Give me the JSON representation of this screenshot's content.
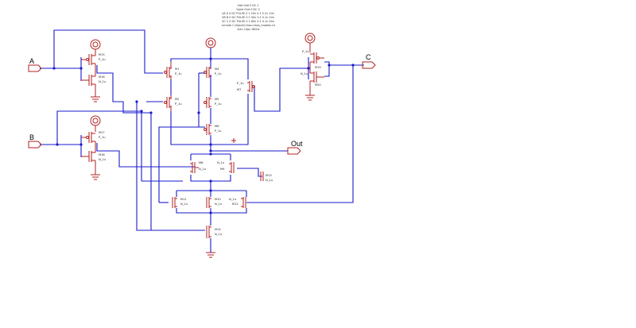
{
  "schematic": {
    "spice_notes": [
      "Vdd Vdd 0 DC 1",
      "Vgnd Gnd 0 DC 0",
      "VA A 0 DC PULSE 0 1 20n 0.1 0.1n 10n",
      "VB B 0 DC PULSE 0 1 40n 0.1 0.1n 20n",
      "VC C 0 DC PULSE 0 1 80n 0.1 0.1n 40n",
      ".include C:\\Spice\\Cmos.cmos_models.cir",
      ".tran 10ps 180ns"
    ],
    "pins": {
      "a": "A",
      "b": "B",
      "c": "C",
      "out": "Out"
    },
    "inverters": {
      "inv_a": {
        "pmos_name": "M15",
        "pmos_model": "P_1u",
        "nmos_name": "M16",
        "nmos_model": "N_1u"
      },
      "inv_b": {
        "pmos_name": "M17",
        "pmos_model": "P_1u",
        "nmos_name": "M18",
        "nmos_model": "N_1u"
      },
      "inv_c": {
        "pmos_name": "M19",
        "pmos_model": "P_1u",
        "nmos_name": "M20",
        "nmos_model": "N_1u"
      }
    },
    "pull_up": {
      "m1": {
        "name": "M1",
        "model": "P_1u"
      },
      "m2": {
        "name": "M2",
        "model": "P_1u"
      },
      "m4": {
        "name": "M4",
        "model": "P_1u"
      },
      "m5": {
        "name": "M5",
        "model": "P_1u"
      },
      "m6": {
        "name": "M6",
        "model": "P_1u"
      },
      "m7": {
        "name": "M7",
        "model": "P_1u"
      }
    },
    "pull_down": {
      "m8": {
        "name": "M8",
        "model": "N_1u"
      },
      "m9": {
        "name": "M9",
        "model": "N_1u"
      },
      "m10": {
        "name": "M10",
        "model": "N_1u"
      },
      "m11": {
        "name": "M11",
        "model": "N_1u"
      },
      "m12": {
        "name": "M12",
        "model": "N_1u"
      },
      "m13": {
        "name": "M13",
        "model": "N_1u"
      },
      "m14": {
        "name": "M14",
        "model": "N_1u"
      }
    }
  }
}
